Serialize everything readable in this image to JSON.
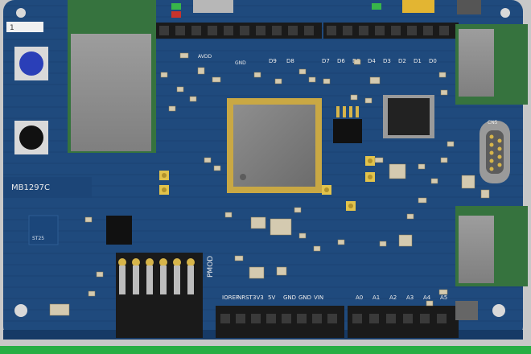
{
  "board": {
    "name": "MB1297C",
    "st_logo": "ST25"
  },
  "silkscreen": {
    "top_digital": [
      "D9",
      "D8",
      "D7",
      "D6",
      "D5",
      "D4",
      "D3",
      "D2",
      "D1",
      "D0"
    ],
    "top_misc": [
      "AVDD",
      "GND"
    ],
    "power_labels": [
      "IOREF",
      "NRST",
      "3V3",
      "5V",
      "GND",
      "GND",
      "VIN"
    ],
    "analog_labels": [
      "A0",
      "A1",
      "A2",
      "A3",
      "A4",
      "A5"
    ],
    "pmod_label": "PMOD",
    "connector_label": "CN5"
  },
  "colors": {
    "pcb": "#1f4a7d",
    "pcb_dark": "#163a66",
    "background": "#c8c8c8",
    "green_bar": "#27ae44",
    "header": "#1a1a1a",
    "gold": "#d7b54a",
    "blue_button": "#2a3fb8"
  }
}
